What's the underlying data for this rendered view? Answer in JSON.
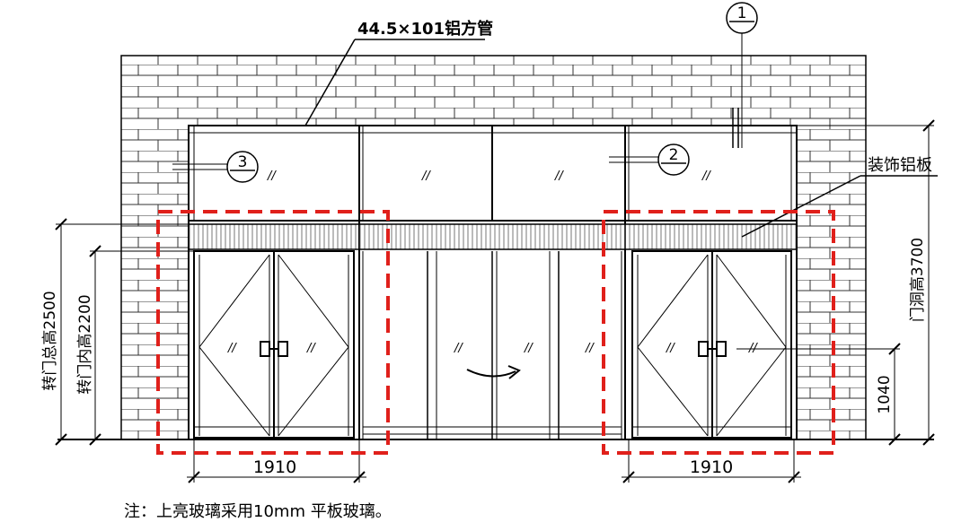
{
  "labels": {
    "tube_label": "44.5×101铝方管",
    "panel_label": "装饰铝板",
    "door_opening_height": "门洞高3700",
    "revolving_total_height": "转门总高2500",
    "revolving_inner_height": "转门内高2200",
    "handle_height": "1040",
    "left_width": "1910",
    "right_width": "1910",
    "glass_mark": "//"
  },
  "callouts": [
    {
      "id": "1"
    },
    {
      "id": "2"
    },
    {
      "id": "3"
    }
  ],
  "note": "注：上亮玻璃采用10mm 平板玻璃。",
  "colors": {
    "line": "#000000",
    "highlight_dash": "#e0201b",
    "background": "#ffffff"
  }
}
